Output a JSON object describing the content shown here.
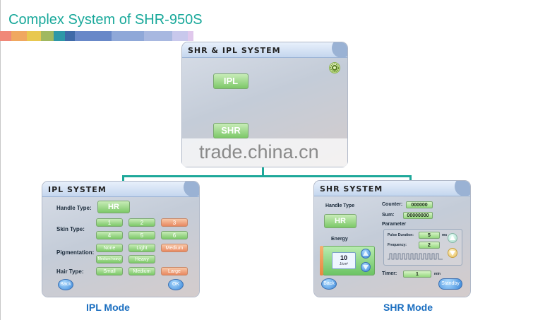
{
  "page_title": "Complex System of SHR-950S",
  "stripe_colors": [
    "#f08878",
    "#f0a860",
    "#e8c850",
    "#a0b860",
    "#2e98a8",
    "#3f6aa8",
    "#6888c8",
    "#8fa8d8",
    "#a8b8e0",
    "#c8c8ec",
    "#e0c8ec"
  ],
  "main_screen": {
    "title": "SHR & IPL SYSTEM",
    "ipl_label": "IPL",
    "shr_label": "SHR",
    "settings_icon": "gear-icon"
  },
  "watermark": "trade.china.cn",
  "ipl_screen": {
    "title": "IPL SYSTEM",
    "handle_type_label": "Handle Type:",
    "handle_type_value": "HR",
    "skin_type_label": "Skin Type:",
    "skin_types": [
      "1",
      "2",
      "3",
      "4",
      "5",
      "6"
    ],
    "pigmentation_label": "Pigmentation:",
    "pigmentations": [
      "None",
      "Light",
      "Medium",
      "Medium heavy",
      "Heavy"
    ],
    "hair_type_label": "Hair Type:",
    "hair_types": [
      "Small",
      "Medium",
      "Large"
    ],
    "back_label": "Back",
    "ok_label": "OK"
  },
  "shr_screen": {
    "title": "SHR SYSTEM",
    "handle_type_label": "Handle Type",
    "handle_type_value": "HR",
    "energy_label": "Energy",
    "energy_value": "10",
    "energy_unit": "J/cm²",
    "counter_label": "Counter:",
    "counter_value": "000000",
    "sum_label": "Sum:",
    "sum_value": "00000000",
    "parameter_label": "Parameter",
    "pulse_duration_label": "Pulse Duration:",
    "pulse_duration_value": "5",
    "pulse_duration_unit": "ms",
    "frequency_label": "Frequency:",
    "frequency_value": "2",
    "timer_label": "Timer:",
    "timer_value": "1",
    "timer_unit": "min",
    "back_label": "Back",
    "standby_label": "Standby"
  },
  "captions": {
    "ipl_mode": "IPL Mode",
    "shr_mode": "SHR Mode"
  }
}
